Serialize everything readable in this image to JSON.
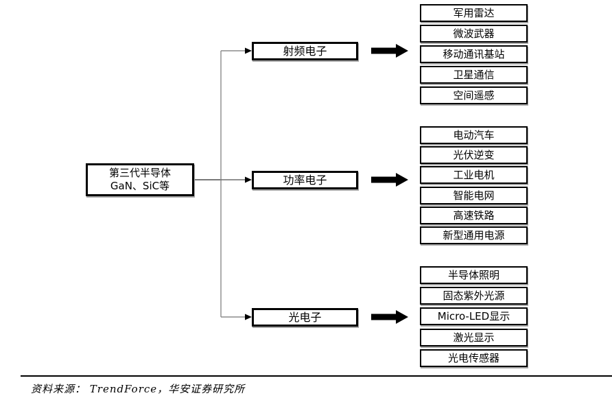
{
  "diagram": {
    "root": {
      "line1": "第三代半导体",
      "line2": "GaN、SiC等"
    },
    "branches": [
      {
        "label": "射频电子",
        "items": [
          "军用雷达",
          "微波武器",
          "移动通讯基站",
          "卫星通信",
          "空间遥感"
        ]
      },
      {
        "label": "功率电子",
        "items": [
          "电动汽车",
          "光伏逆变",
          "工业电机",
          "智能电网",
          "高速铁路",
          "新型通用电源"
        ]
      },
      {
        "label": "光电子",
        "items": [
          "半导体照明",
          "固态紫外光源",
          "Micro-LED显示",
          "激光显示",
          "光电传感器"
        ]
      }
    ],
    "colors": {
      "box_border": "#000000",
      "box_fill": "#ffffff",
      "connector_line": "#777777",
      "arrow_fill": "#000000",
      "text": "#000000"
    }
  },
  "footer": {
    "source_text": "资料来源： TrendForce，华安证券研究所"
  }
}
